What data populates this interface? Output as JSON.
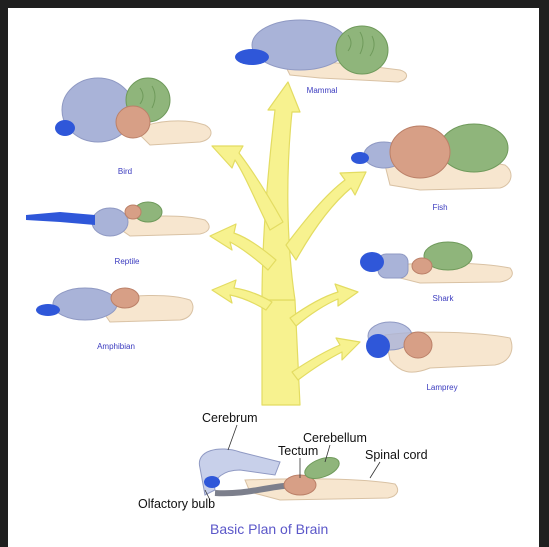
{
  "labels": {
    "mammal": "Mammal",
    "bird": "Bird",
    "fish": "Fish",
    "reptile": "Reptile",
    "shark": "Shark",
    "amphibian": "Amphibian",
    "lamprey": "Lamprey"
  },
  "basic_plan": {
    "title": "Basic Plan of Brain",
    "cerebrum": "Cerebrum",
    "tectum": "Tectum",
    "cerebellum": "Cerebellum",
    "spinal_cord": "Spinal cord",
    "olfactory_bulb": "Olfactory bulb"
  },
  "colors": {
    "olfactory": "#2f57d9",
    "cerebrum": "#a9b3d8",
    "tectum": "#d79f86",
    "cerebellum": "#8fb57b",
    "stem": "#f7e6cf",
    "tree": "#f7f28f"
  }
}
